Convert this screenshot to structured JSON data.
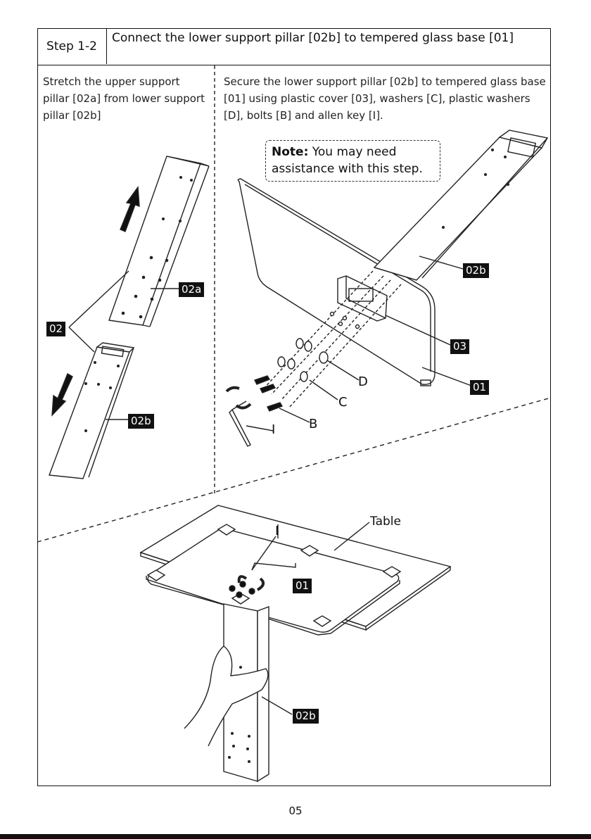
{
  "header": {
    "step": "Step 1-2",
    "title": "Connect the lower support pillar [02b] to tempered glass base [01]"
  },
  "left_instruction": "Stretch the upper support pillar [02a] from lower support pillar [02b]",
  "right_instruction": "Secure the lower support pillar [02b] to tempered glass base [01] using plastic cover [03], washers [C], plastic washers [D], bolts [B] and allen key [I].",
  "note": {
    "label": "Note:",
    "text": "You may need assistance with this step."
  },
  "labels": {
    "p02": "02",
    "p02a": "02a",
    "p02b_left": "02b",
    "p02b_right": "02b",
    "p02b_bottom": "02b",
    "p03": "03",
    "p01_right": "01",
    "p01_bottom": "01",
    "D": "D",
    "C": "C",
    "B": "B",
    "I_right": "I",
    "I_bottom": "I",
    "table": "Table"
  },
  "page_number": "05"
}
